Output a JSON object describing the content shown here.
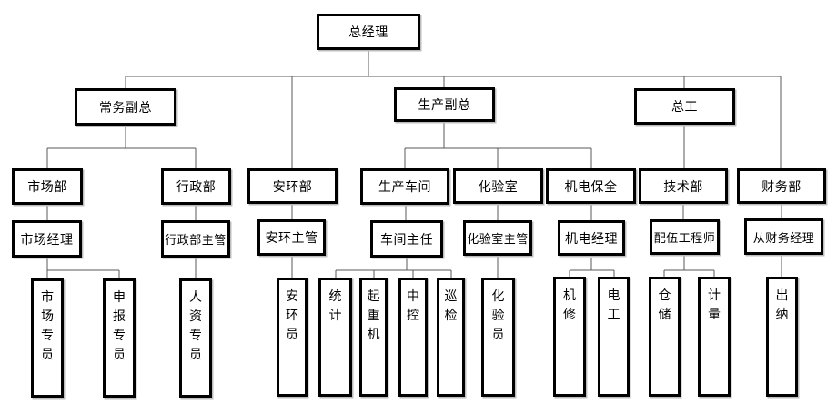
{
  "diagram": {
    "type": "org-chart",
    "background_color": "#ffffff",
    "box_border_color": "#000000",
    "connector_color": "#595959",
    "nodes": {
      "gm": {
        "label": "总经理",
        "level": 1
      },
      "deputy_gm": {
        "label": "常务副总",
        "level": 2
      },
      "production_deputy": {
        "label": "生产副总",
        "level": 2
      },
      "chief_engineer": {
        "label": "总工",
        "level": 2
      },
      "marketing_dept": {
        "label": "市场部",
        "level": 3
      },
      "admin_dept": {
        "label": "行政部",
        "level": 3
      },
      "safety_env_dept": {
        "label": "安环部",
        "level": 3
      },
      "production_workshop": {
        "label": "生产车间",
        "level": 3
      },
      "laboratory": {
        "label": "化验室",
        "level": 3
      },
      "mech_elec_maintenance": {
        "label": "机电保全",
        "level": 3
      },
      "tech_dept": {
        "label": "技术部",
        "level": 3
      },
      "finance_dept": {
        "label": "财务部",
        "level": 3
      },
      "marketing_manager": {
        "label": "市场经理",
        "level": 4
      },
      "admin_supervisor": {
        "label": "行政部主管",
        "level": 4
      },
      "safety_env_supervisor": {
        "label": "安环主管",
        "level": 4
      },
      "workshop_director": {
        "label": "车间主任",
        "level": 4
      },
      "lab_supervisor": {
        "label": "化验室主管",
        "level": 4
      },
      "mech_elec_manager": {
        "label": "机电经理",
        "level": 4
      },
      "formulation_engineer": {
        "label": "配伍工程师",
        "level": 4
      },
      "finance_manager": {
        "label": "从财务经理",
        "level": 4
      },
      "market_specialist": {
        "label": "市场专员",
        "level": 5
      },
      "declaration_specialist": {
        "label": "申报专员",
        "level": 5
      },
      "hr_specialist": {
        "label": "人资专员",
        "level": 5
      },
      "safety_env_officer": {
        "label": "安环员",
        "level": 5
      },
      "statistics": {
        "label": "统计",
        "level": 5
      },
      "crane_operator": {
        "label": "起重机",
        "level": 5
      },
      "central_control": {
        "label": "中控",
        "level": 5
      },
      "patrol_inspection": {
        "label": "巡检",
        "level": 5
      },
      "lab_technician": {
        "label": "化验员",
        "level": 5
      },
      "mechanic": {
        "label": "机修",
        "level": 5
      },
      "electrician": {
        "label": "电工",
        "level": 5
      },
      "warehouse": {
        "label": "仓储",
        "level": 5
      },
      "metering": {
        "label": "计量",
        "level": 5
      },
      "cashier": {
        "label": "出纳",
        "level": 5
      }
    },
    "edges": [
      [
        "总经理",
        "常务副总"
      ],
      [
        "总经理",
        "安环部"
      ],
      [
        "总经理",
        "生产副总"
      ],
      [
        "总经理",
        "总工"
      ],
      [
        "总经理",
        "财务部"
      ],
      [
        "常务副总",
        "市场部"
      ],
      [
        "常务副总",
        "行政部"
      ],
      [
        "生产副总",
        "生产车间"
      ],
      [
        "生产副总",
        "化验室"
      ],
      [
        "生产副总",
        "机电保全"
      ],
      [
        "总工",
        "技术部"
      ],
      [
        "市场部",
        "市场经理"
      ],
      [
        "行政部",
        "行政部主管"
      ],
      [
        "安环部",
        "安环主管"
      ],
      [
        "生产车间",
        "车间主任"
      ],
      [
        "化验室",
        "化验室主管"
      ],
      [
        "机电保全",
        "机电经理"
      ],
      [
        "技术部",
        "配伍工程师"
      ],
      [
        "财务部",
        "从财务经理"
      ],
      [
        "市场经理",
        "市场专员"
      ],
      [
        "市场经理",
        "申报专员"
      ],
      [
        "行政部主管",
        "人资专员"
      ],
      [
        "安环主管",
        "安环员"
      ],
      [
        "车间主任",
        "统计"
      ],
      [
        "车间主任",
        "起重机"
      ],
      [
        "车间主任",
        "中控"
      ],
      [
        "车间主任",
        "巡检"
      ],
      [
        "化验室主管",
        "化验员"
      ],
      [
        "机电经理",
        "机修"
      ],
      [
        "机电经理",
        "电工"
      ],
      [
        "配伍工程师",
        "仓储"
      ],
      [
        "配伍工程师",
        "计量"
      ],
      [
        "从财务经理",
        "出纳"
      ]
    ]
  }
}
